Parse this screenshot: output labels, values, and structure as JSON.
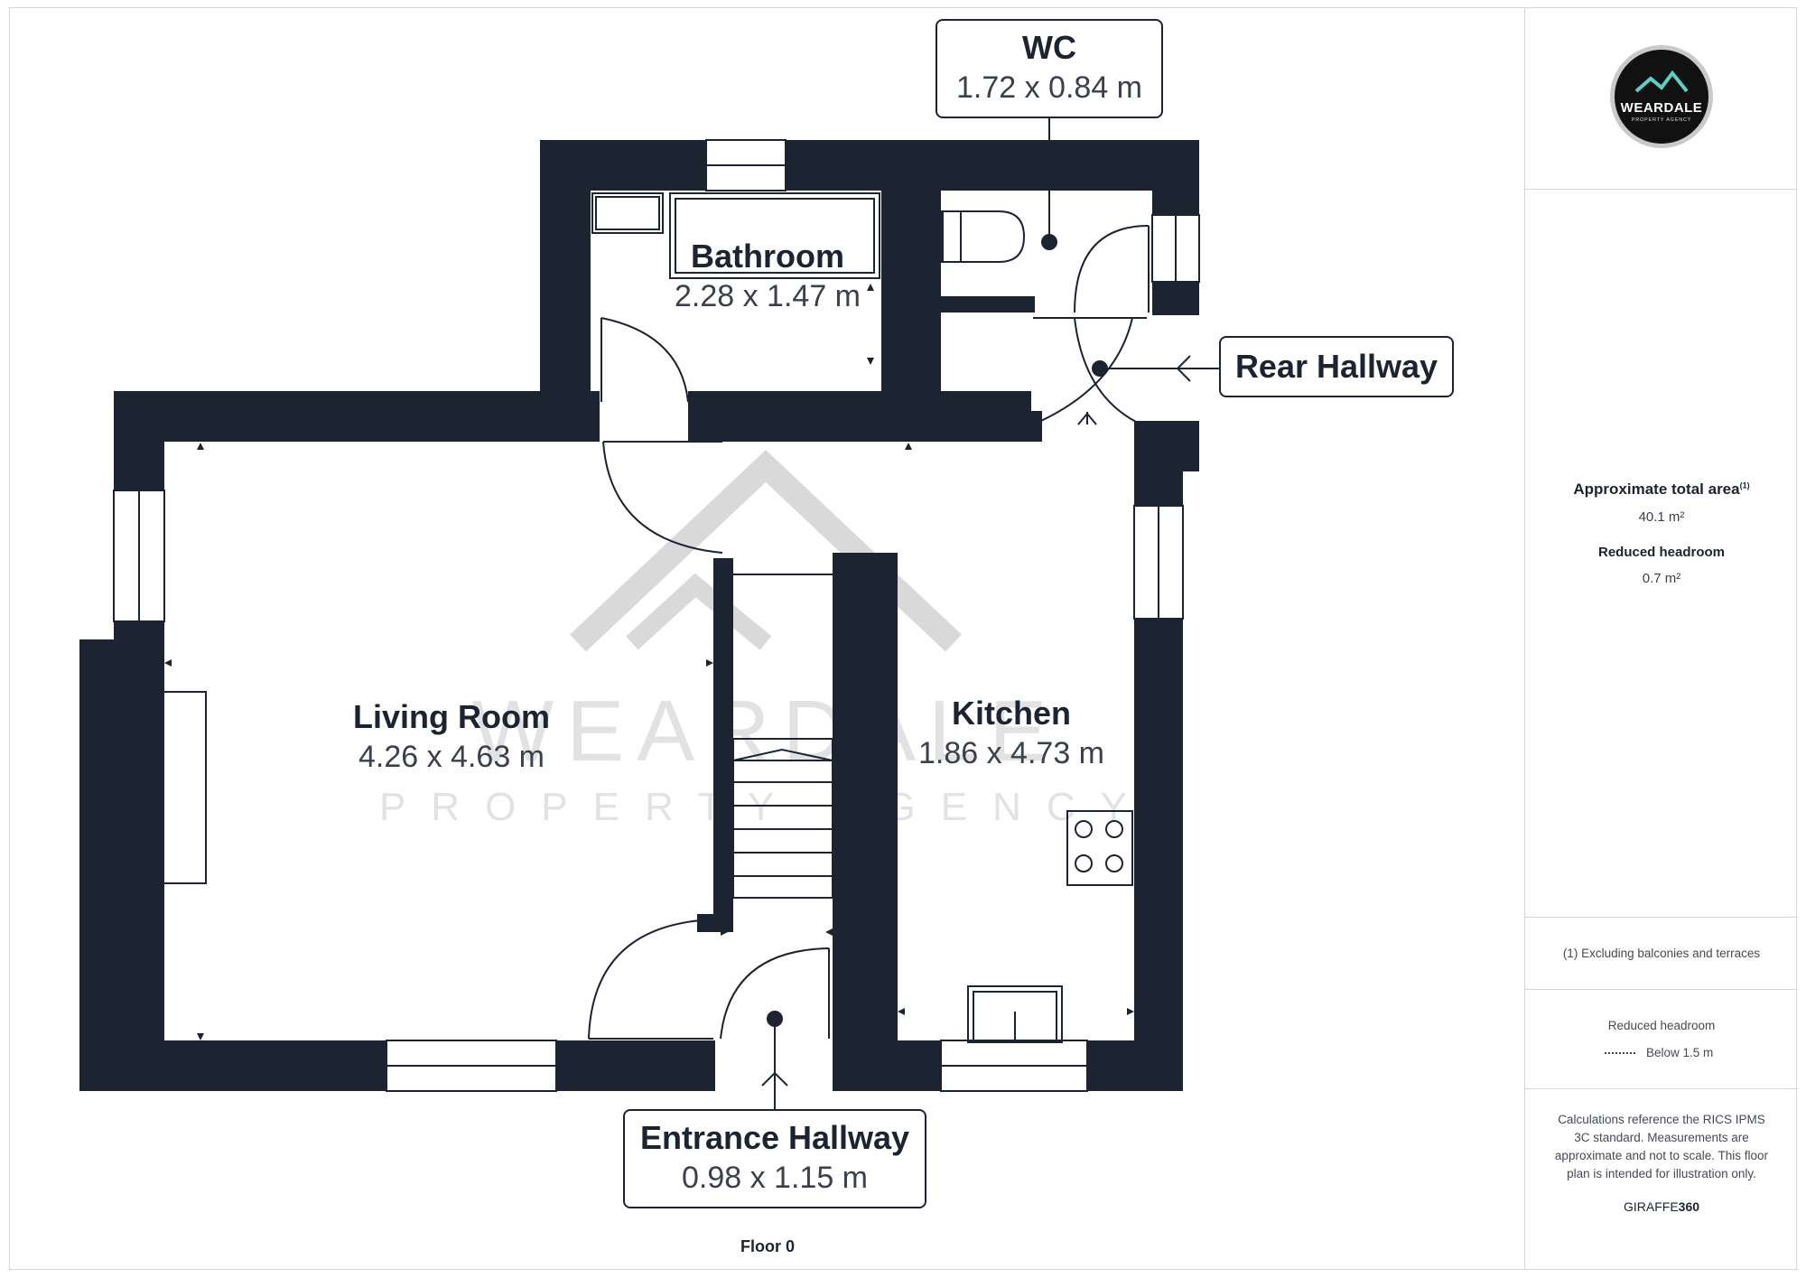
{
  "floor_label": "Floor 0",
  "rooms": {
    "wc": {
      "name": "WC",
      "dims": "1.72 x 0.84 m"
    },
    "bathroom": {
      "name": "Bathroom",
      "dims": "2.28 x 1.47 m"
    },
    "rear_hallway": {
      "name": "Rear Hallway"
    },
    "living_room": {
      "name": "Living Room",
      "dims": "4.26 x 4.63 m"
    },
    "kitchen": {
      "name": "Kitchen",
      "dims": "1.86 x 4.73 m"
    },
    "entrance_hallway": {
      "name": "Entrance Hallway",
      "dims": "0.98 x 1.15 m"
    }
  },
  "watermark": {
    "word": "WEARDALE",
    "sub": "PROPERTY AGENCY"
  },
  "panel": {
    "logo_word": "WEARDALE",
    "logo_sub": "PROPERTY AGENCY",
    "area_title": "Approximate total area",
    "area_note_marker": "(1)",
    "area_value": "40.1 m²",
    "reduced_title": "Reduced headroom",
    "reduced_value": "0.7 m²",
    "footnote": "(1) Excluding balconies and terraces",
    "legend_title": "Reduced headroom",
    "legend_item": "Below 1.5 m",
    "disclaimer": "Calculations reference the RICS IPMS 3C standard. Measurements are approximate and not to scale. This floor plan is intended for illustration only.",
    "brand_prefix": "GIRAFFE",
    "brand_suffix": "360"
  },
  "colors": {
    "wall": "#1c2331",
    "watermark": "#d9d9d9",
    "accent": "#5ad1c7"
  }
}
